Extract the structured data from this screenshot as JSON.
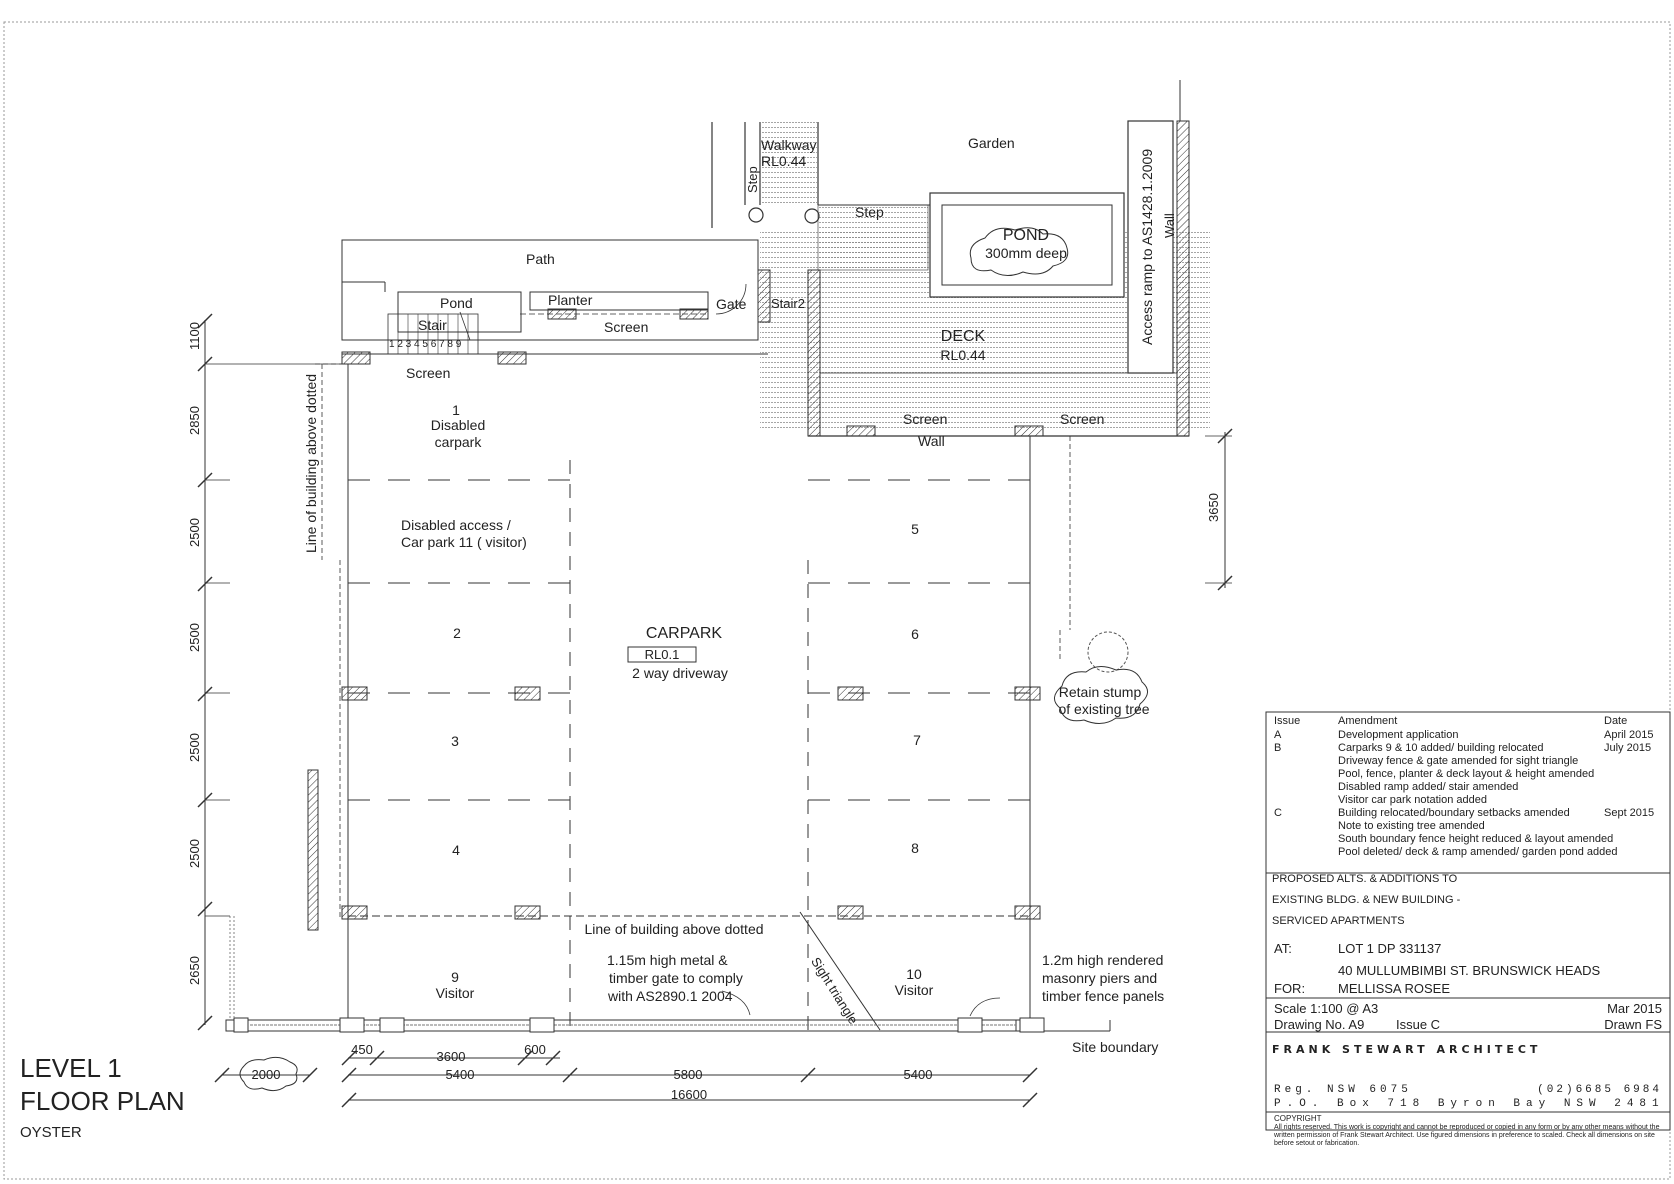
{
  "plan": {
    "labels": {
      "walkway": "Walkway",
      "walkway_rl": "RL0.44",
      "step_vertical": "Step",
      "step": "Step",
      "garden": "Garden",
      "pond_big": "POND",
      "pond_depth": "300mm deep",
      "path": "Path",
      "pond": "Pond",
      "planter": "Planter",
      "gate": "Gate",
      "stair2": "Stair2",
      "stair": "Stair",
      "stair_numbers": "1 2 3 4 5 6 7 8 9",
      "screen1": "Screen",
      "screen2": "Screen",
      "deck": "DECK",
      "deck_rl": "RL0.44",
      "access_ramp": "Access ramp to AS1428.1.2009",
      "wall_right": "Wall",
      "screen3": "Screen",
      "screen4": "Screen",
      "wall_bottom": "Wall",
      "line_above_left": "Line of building above dotted",
      "line_above_bottom": "Line of building above dotted",
      "bay1_num": "1",
      "bay1_a": "Disabled",
      "bay1_b": "carpark",
      "disabled_access_a": "Disabled access /",
      "disabled_access_b": "Car park 11 ( visitor)",
      "bay2": "2",
      "bay3": "3",
      "bay4": "4",
      "bay5": "5",
      "bay6": "6",
      "bay7": "7",
      "bay8": "8",
      "bay9_num": "9",
      "bay9_txt": "Visitor",
      "bay10_num": "10",
      "bay10_txt": "Visitor",
      "carpark": "CARPARK",
      "carpark_rl": "RL0.1",
      "driveway": "2 way driveway",
      "retain_a": "Retain stump",
      "retain_b": "of existing tree",
      "gate_note_a": "1.15m  high  metal  &",
      "gate_note_b": "timber  gate  to  comply",
      "gate_note_c": "with AS2890.1 2004",
      "sight_triangle": "Sight triangle",
      "piers_a": "1.2m  high  rendered",
      "piers_b": "masonry  piers  and",
      "piers_c": "timber fence panels",
      "site_boundary": "Site boundary"
    },
    "dimensions": {
      "d1100": "1100",
      "d2850": "2850",
      "d2500a": "2500",
      "d2500b": "2500",
      "d2500c": "2500",
      "d2500d": "2500",
      "d2650": "2650",
      "d3650": "3650",
      "d2000": "2000",
      "d450": "450",
      "d3600": "3600",
      "d600": "600",
      "d5400a": "5400",
      "d5800": "5800",
      "d5400b": "5400",
      "d16600": "16600"
    },
    "title": {
      "line1": "LEVEL 1",
      "line2": "FLOOR PLAN",
      "sub": "OYSTER"
    }
  },
  "title_block": {
    "head_issue": "Issue",
    "head_amendment": "Amendment",
    "head_date": "Date",
    "rows": [
      {
        "issue": "A",
        "amendment": "Development application",
        "date": "April 2015"
      },
      {
        "issue": "B",
        "amendment": "Carparks 9 & 10 added/ building relocated",
        "date": "July 2015"
      },
      {
        "issue": "",
        "amendment": "Driveway fence & gate amended for sight triangle",
        "date": ""
      },
      {
        "issue": "",
        "amendment": "Pool, fence, planter & deck layout & height amended",
        "date": ""
      },
      {
        "issue": "",
        "amendment": "Disabled ramp added/ stair amended",
        "date": ""
      },
      {
        "issue": "",
        "amendment": "Visitor car park notation added",
        "date": ""
      },
      {
        "issue": "C",
        "amendment": "Building relocated/boundary setbacks amended",
        "date": "Sept 2015"
      },
      {
        "issue": "",
        "amendment": "Note to existing tree amended",
        "date": ""
      },
      {
        "issue": "",
        "amendment": "South boundary fence height reduced & layout amended",
        "date": ""
      },
      {
        "issue": "",
        "amendment": "Pool deleted/ deck & ramp amended/ garden pond added",
        "date": ""
      }
    ],
    "project_1": "PROPOSED ALTS. & ADDITIONS TO",
    "project_2": "EXISTING BLDG. & NEW BUILDING -",
    "project_3": "SERVICED APARTMENTS",
    "at_label": "AT:",
    "at_1": "LOT 1 DP 331137",
    "at_2": "40 MULLUMBIMBI ST. BRUNSWICK HEADS",
    "for_label": "FOR:",
    "for_value": "MELLISSA ROSEE",
    "scale": "Scale 1:100 @ A3",
    "date": "Mar 2015",
    "drawing_no": "Drawing No. A9",
    "issue": "Issue C",
    "drawn": "Drawn  FS",
    "architect": "FRANK STEWART ARCHITECT",
    "reg": "Reg.   NSW  6075",
    "phone": "(02)6685 6984",
    "po": "P.O. Box 718 Byron Bay NSW 2481",
    "copyright_title": "COPYRIGHT",
    "copyright_text": "All rights reserved. This work is copyright and cannot be reproduced or copied in any form or by any other means without the written permission of Frank Stewart Architect. Use figured dimensions in preference to scaled. Check all dimensions on site before setout or fabrication."
  }
}
